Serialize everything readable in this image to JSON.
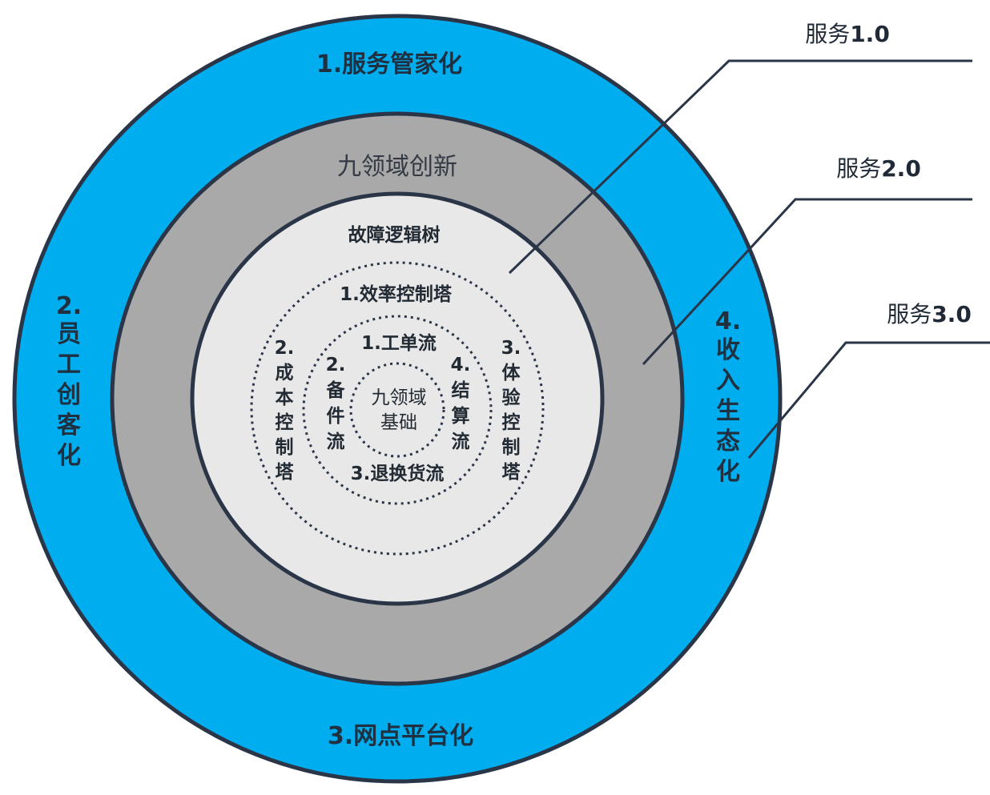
{
  "rings": {
    "outer": {
      "top": "1.服务管家化",
      "left": [
        "2.",
        "员",
        "工",
        "创",
        "客",
        "化"
      ],
      "bottom": "3.网点平台化",
      "right": [
        "4.",
        "收",
        "入",
        "生",
        "态",
        "化"
      ]
    },
    "gray": {
      "title": "九领域创新"
    },
    "light": {
      "title": "故障逻辑树"
    },
    "dotted1": {
      "top": "1.效率控制塔",
      "left": [
        "2.",
        "成",
        "本",
        "控",
        "制",
        "塔"
      ],
      "right": [
        "3.",
        "体",
        "验",
        "控",
        "制",
        "塔"
      ]
    },
    "dotted2": {
      "top": "1.工单流",
      "left": [
        "2.",
        "备",
        "件",
        "流"
      ],
      "right": [
        "4.",
        "结",
        "算",
        "流"
      ],
      "bottom": "3.退换货流"
    },
    "core": {
      "line1": "九领域",
      "line2": "基础"
    }
  },
  "callouts": [
    {
      "label_pre": "服务",
      "label_num": "1.0"
    },
    {
      "label_pre": "服务",
      "label_num": "2.0"
    },
    {
      "label_pre": "服务",
      "label_num": "3.0"
    }
  ],
  "colors": {
    "outer_ring": "#00adef",
    "gray_ring": "#a9a9a9",
    "light_disc": "#e8e8e8",
    "stroke": "#2a3547"
  }
}
